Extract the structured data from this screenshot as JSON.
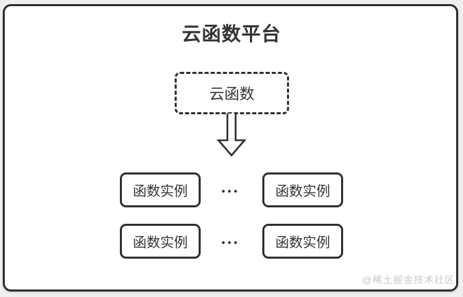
{
  "diagram": {
    "title": "云函数平台",
    "cloud_function": {
      "label": "云函数"
    },
    "icons": {
      "arrow": "down-block-arrow-icon"
    },
    "instances": [
      {
        "label": "函数实例"
      },
      {
        "label": "函数实例"
      },
      {
        "label": "函数实例"
      },
      {
        "label": "函数实例"
      }
    ],
    "ellipsis": "•••",
    "watermark": "@稀土掘金技术社区"
  },
  "colors": {
    "stroke": "#2f2f2f",
    "text": "#333333",
    "canvas_background": "#efefef",
    "panel_background": "#ffffff",
    "watermark_text": "#c9c9c9"
  }
}
